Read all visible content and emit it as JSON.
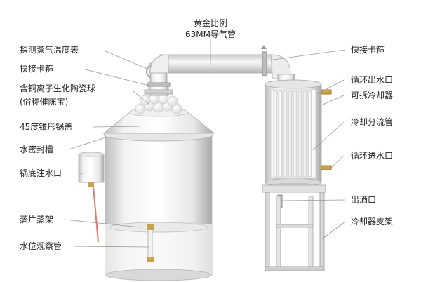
{
  "labels": {
    "top_title_line1": "黄金比例",
    "top_title_line2": "63MM导气管",
    "thermometer": "探测蒸气温度表",
    "quick_clamp_left": "快接卡箍",
    "ceramic_balls_line1": "含铜离子生化陶瓷球",
    "ceramic_balls_line2": "(俗称催陈宝)",
    "cone_lid": "45度锥形锅盖",
    "water_seal": "水密封槽",
    "bottom_inlet": "锅底注水口",
    "steamer_rack": "蒸片蒸架",
    "water_gauge": "水位观察管",
    "quick_clamp_right": "快接卡箍",
    "cooling_outlet": "循环出水口",
    "detachable_cooler": "可拆冷却器",
    "cooling_tubes": "冷却分流管",
    "cooling_inlet": "循环进水口",
    "liquor_outlet": "出酒口",
    "cooler_stand": "冷却器支架"
  },
  "colors": {
    "steel_light": "#f4f4f4",
    "steel_mid": "#d6d6d6",
    "steel_dark": "#a9a9a9",
    "brass": "#c9a24a",
    "leader_line": "#9a9a9a",
    "text": "#222222"
  }
}
